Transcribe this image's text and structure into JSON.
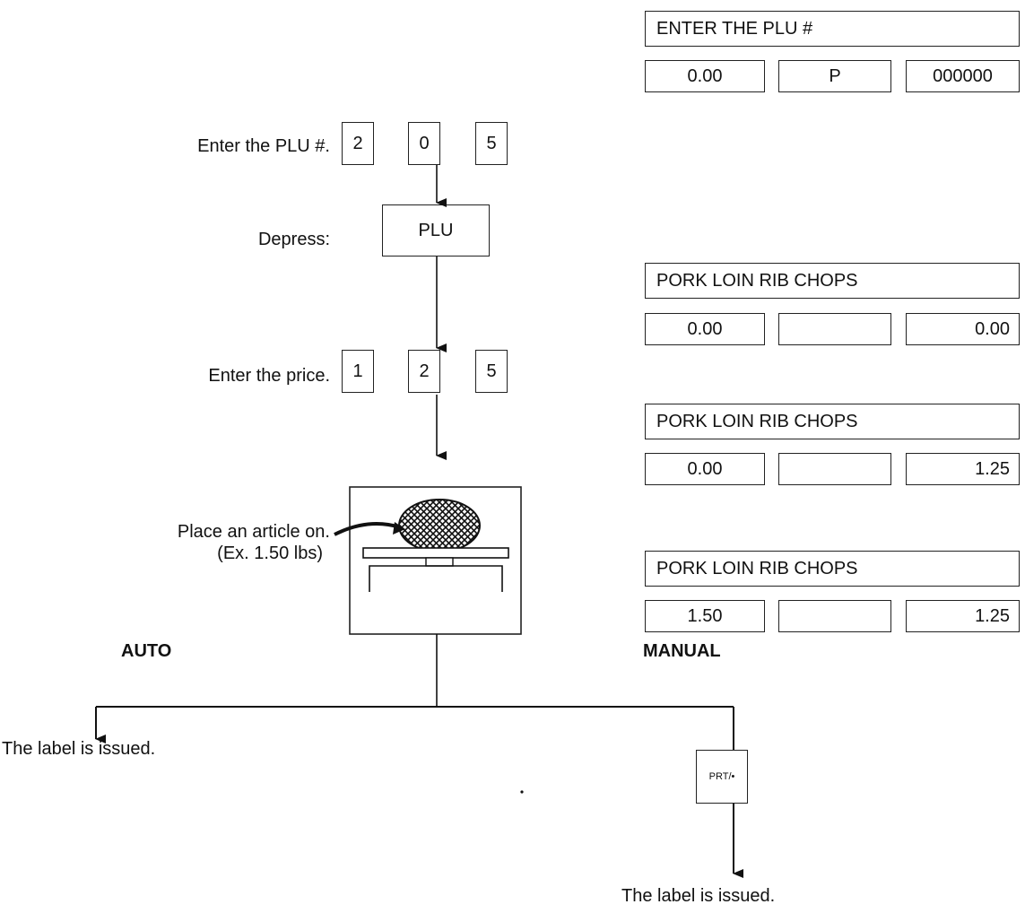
{
  "steps": {
    "enter_plu": "Enter the PLU #.",
    "depress": "Depress:",
    "enter_price": "Enter the price.",
    "place_article": "Place an article on.",
    "example_weight": "(Ex. 1.50 lbs)"
  },
  "keys": {
    "plu_digits": [
      "2",
      "0",
      "5"
    ],
    "plu_key": "PLU",
    "price_digits": [
      "1",
      "2",
      "5"
    ],
    "print_key": "PRT/•"
  },
  "branches": {
    "auto": "AUTO",
    "manual": "MANUAL",
    "auto_result": "The label is issued.",
    "manual_result": "The label is issued."
  },
  "displays": [
    {
      "title": "ENTER THE PLU #",
      "cells": [
        "0.00",
        "P",
        "000000"
      ]
    },
    {
      "title": "PORK LOIN RIB CHOPS",
      "cells": [
        "0.00",
        "",
        "0.00"
      ]
    },
    {
      "title": "PORK LOIN RIB CHOPS",
      "cells": [
        "0.00",
        "",
        "1.25"
      ]
    },
    {
      "title": "PORK LOIN RIB CHOPS",
      "cells": [
        "1.50",
        "",
        "1.25"
      ]
    }
  ]
}
